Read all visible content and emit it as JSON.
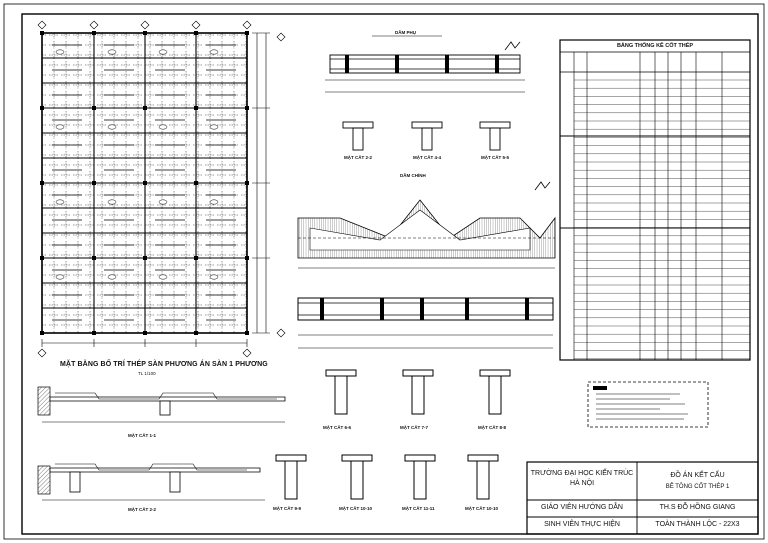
{
  "plan": {
    "title": "MẶT BẰNG BỐ TRÍ THÉP SÀN PHƯƠNG ÁN SÀN 1 PHƯƠNG",
    "scale": "TL 1/100"
  },
  "views": {
    "secondary_beam": "DẦM PHỤ",
    "main_beam": "DẦM CHÍNH",
    "sections": {
      "s22": "MẶT CẮT 2-2",
      "s44": "MẶT CẮT 4-4",
      "s55": "MẶT CẮT 5-5",
      "s66": "MẶT CẮT 6-6",
      "s77": "MẶT CẮT 7-7",
      "s88": "MẶT CẮT 8-8",
      "s99": "MẶT CẮT 9-9",
      "s1010a": "MẶT CẮT 10-10",
      "s1111": "MẶT CẮT 11-11",
      "s1010b": "MẶT CẮT 10-10",
      "slab11": "MẶT CẮT 1-1",
      "slab22": "MẶT CẮT 2-2"
    }
  },
  "table": {
    "title": "BẢNG THỐNG KÊ CỐT THÉP"
  },
  "title_block": {
    "school_line1": "TRƯỜNG ĐẠI HỌC KIẾN TRÚC",
    "school_line2": "HÀ NỘI",
    "project_line1": "ĐỒ ÁN KẾT CẤU",
    "project_line2": "BÊ TÔNG CỐT THÉP 1",
    "supervisor_label": "GIÁO VIÊN HƯỚNG DẪN",
    "supervisor_name": "TH.S ĐỖ HỒNG GIANG",
    "student_label": "SINH VIÊN THỰC HIỆN",
    "student_name": "TOÀN THÀNH LỘC - 22X3"
  }
}
